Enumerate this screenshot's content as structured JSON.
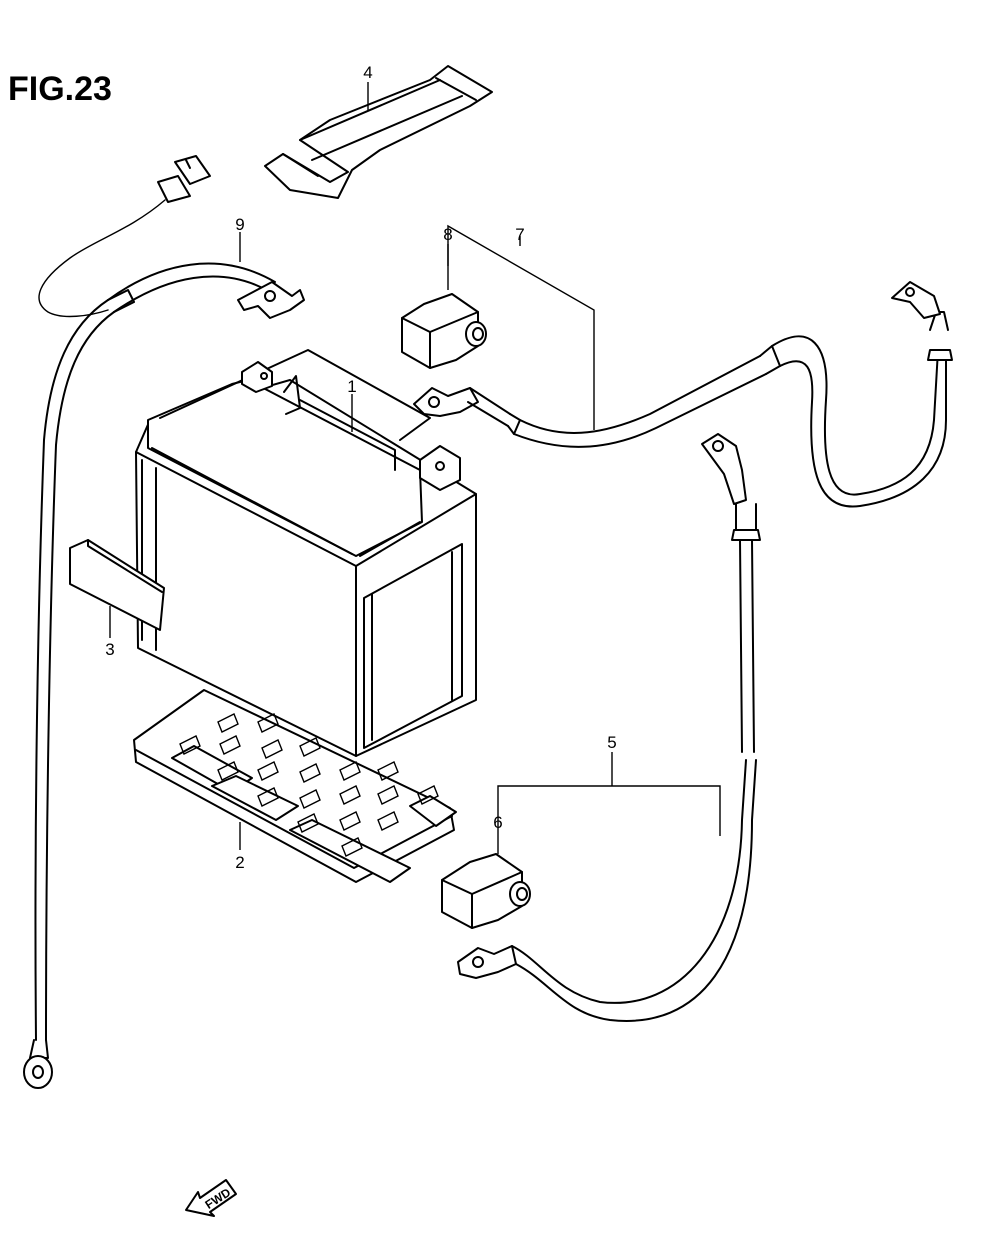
{
  "figure": {
    "title": "FIG.23"
  },
  "callouts": {
    "c1": "1",
    "c2": "2",
    "c3": "3",
    "c4": "4",
    "c5": "5",
    "c6": "6",
    "c7": "7",
    "c8": "8",
    "c9": "9"
  },
  "direction_badge": {
    "label": "FWD"
  },
  "colors": {
    "ink": "#000000",
    "paper": "#ffffff"
  }
}
